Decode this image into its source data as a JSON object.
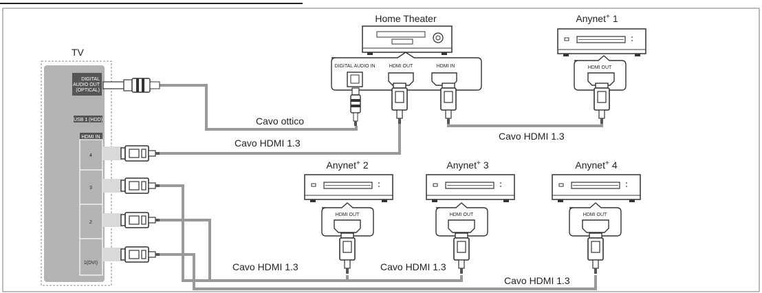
{
  "tv": {
    "title": "TV",
    "digital_audio_out_1": "DIGITAL",
    "digital_audio_out_2": "AUDIO OUT",
    "digital_audio_out_3": "(OPTICAL)",
    "usb": "USB 1 (HDD)",
    "hdmi_in": "HDMI IN",
    "ports": [
      "4",
      "3",
      "2",
      "1(DVI)"
    ]
  },
  "home_theater": {
    "title": "Home Theater",
    "digital_audio_in": "DIGITAL AUDIO IN",
    "hdmi_out": "HDMI OUT",
    "hdmi_in": "HDMI IN"
  },
  "devices": [
    {
      "name": "Anynet",
      "sup": "+",
      "num": "1",
      "port": "HDMI OUT"
    },
    {
      "name": "Anynet",
      "sup": "+",
      "num": "2",
      "port": "HDMI OUT"
    },
    {
      "name": "Anynet",
      "sup": "+",
      "num": "3",
      "port": "HDMI OUT"
    },
    {
      "name": "Anynet",
      "sup": "+",
      "num": "4",
      "port": "HDMI OUT"
    }
  ],
  "cables": {
    "optical": "Cavo ottico",
    "hdmi_ht_tv": "Cavo HDMI 1.3",
    "hdmi_ht_a1": "Cavo HDMI 1.3",
    "hdmi_a2": "Cavo HDMI 1.3",
    "hdmi_a3": "Cavo HDMI 1.3",
    "hdmi_a4": "Cavo HDMI 1.3"
  }
}
